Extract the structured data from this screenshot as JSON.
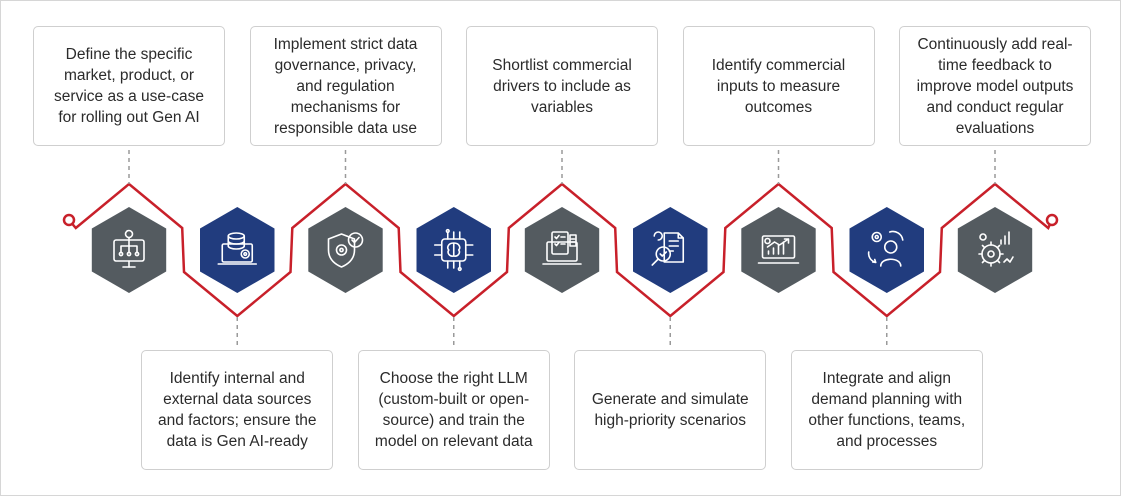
{
  "colors": {
    "gray": "#545b60",
    "navy": "#213c7e",
    "red": "#c8202a",
    "connector": "#9a9a9a",
    "icon": "#ffffff"
  },
  "steps": [
    {
      "text": "Define the specific market, product, or service as a use-case for rolling out Gen AI",
      "icon": "monitor-network-icon",
      "fill": "gray",
      "pos": "top"
    },
    {
      "text": "Identify internal and external data sources and factors; ensure the data is Gen AI-ready",
      "icon": "laptop-database-icon",
      "fill": "navy",
      "pos": "bottom"
    },
    {
      "text": "Implement strict data governance, privacy, and regulation mechanisms for responsible data use",
      "icon": "shield-check-icon",
      "fill": "gray",
      "pos": "top"
    },
    {
      "text": "Choose the right LLM (custom-built or open-source) and train the model on relevant data",
      "icon": "ai-chip-brain-icon",
      "fill": "navy",
      "pos": "bottom"
    },
    {
      "text": "Shortlist commercial drivers to include as variables",
      "icon": "laptop-checklist-icon",
      "fill": "gray",
      "pos": "top"
    },
    {
      "text": "Generate and simulate high-priority scenarios",
      "icon": "document-search-icon",
      "fill": "navy",
      "pos": "bottom"
    },
    {
      "text": "Identify commercial inputs to measure outcomes",
      "icon": "laptop-growth-chart-icon",
      "fill": "gray",
      "pos": "top"
    },
    {
      "text": "Integrate and align demand planning with other functions, teams, and processes",
      "icon": "person-gear-cycle-icon",
      "fill": "navy",
      "pos": "bottom"
    },
    {
      "text": "Continuously add real-time feedback to improve model outputs and conduct regular evaluations",
      "icon": "gear-chart-evaluation-icon",
      "fill": "gray",
      "pos": "top"
    }
  ]
}
